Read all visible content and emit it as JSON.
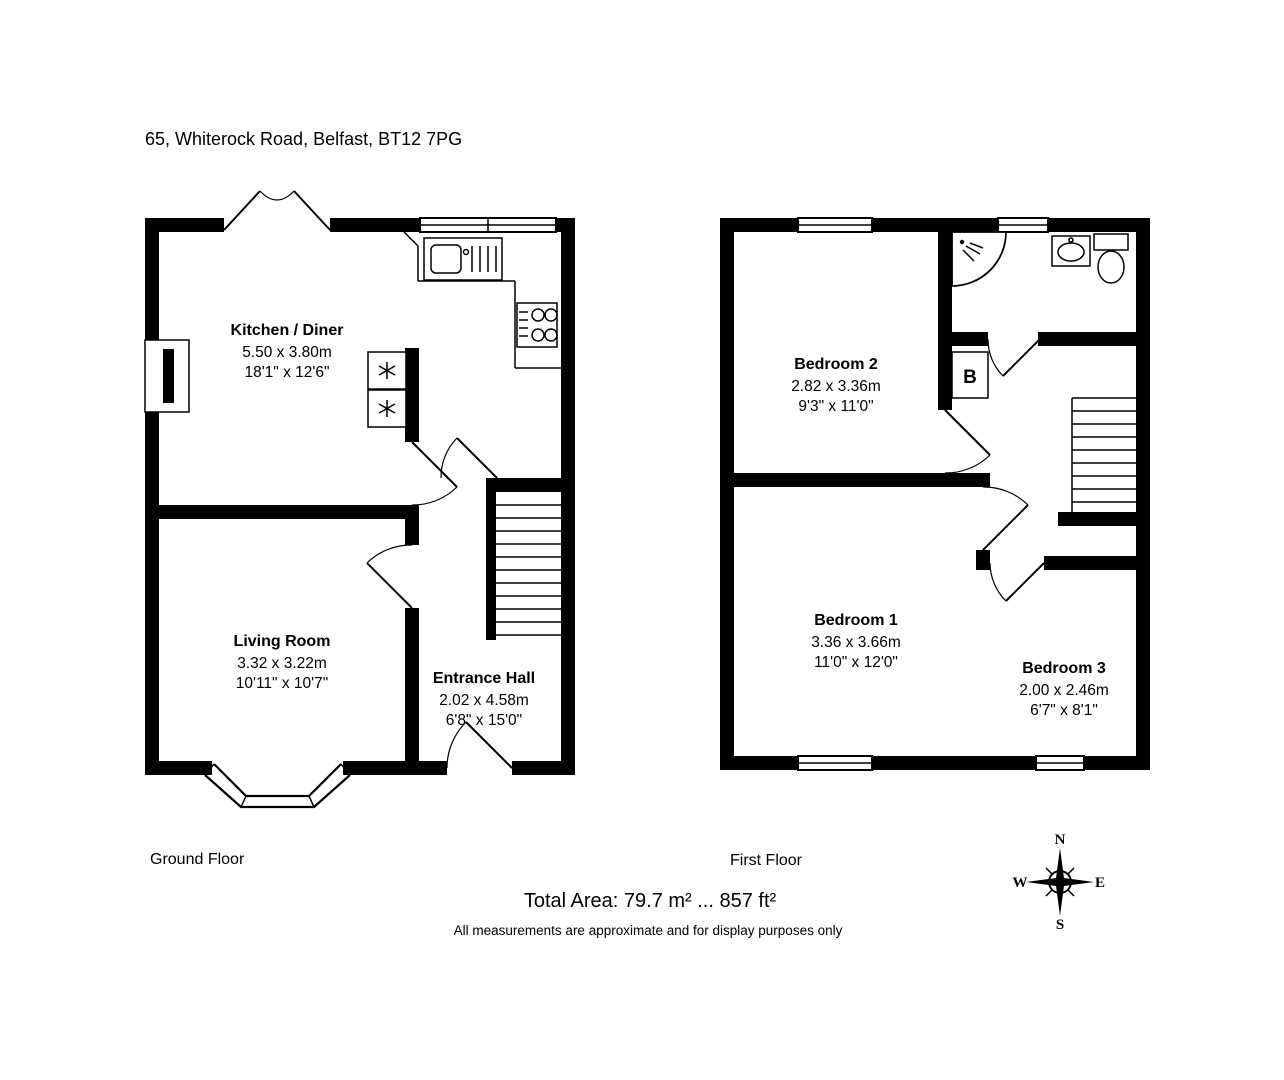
{
  "header": {
    "address": "65, Whiterock Road, Belfast, BT12 7PG"
  },
  "ground_floor": {
    "label": "Ground Floor",
    "rooms": {
      "kitchen_diner": {
        "name": "Kitchen / Diner",
        "metric": "5.50 x 3.80m",
        "imperial": "18'1\" x 12'6\""
      },
      "living_room": {
        "name": "Living Room",
        "metric": "3.32 x 3.22m",
        "imperial": "10'11\" x 10'7\""
      },
      "entrance_hall": {
        "name": "Entrance Hall",
        "metric": "2.02 x 4.58m",
        "imperial": "6'8\" x 15'0\""
      }
    }
  },
  "first_floor": {
    "label": "First Floor",
    "boiler_label": "B",
    "rooms": {
      "bedroom_2": {
        "name": "Bedroom 2",
        "metric": "2.82 x 3.36m",
        "imperial": "9'3\" x 11'0\""
      },
      "bedroom_1": {
        "name": "Bedroom 1",
        "metric": "3.36 x 3.66m",
        "imperial": "11'0\" x 12'0\""
      },
      "bedroom_3": {
        "name": "Bedroom 3",
        "metric": "2.00 x 2.46m",
        "imperial": "6'7\" x 8'1\""
      }
    }
  },
  "footer": {
    "total_area": "Total Area: 79.7 m² ... 857 ft²",
    "disclaimer": "All measurements are approximate and for display purposes only"
  },
  "compass": {
    "north": "N",
    "east": "E",
    "south": "S",
    "west": "W"
  },
  "colors": {
    "walls": "#000000",
    "background": "#ffffff"
  },
  "icons": {
    "fridge_freezer": "snowflake-icon",
    "compass": "compass-rose-icon"
  }
}
